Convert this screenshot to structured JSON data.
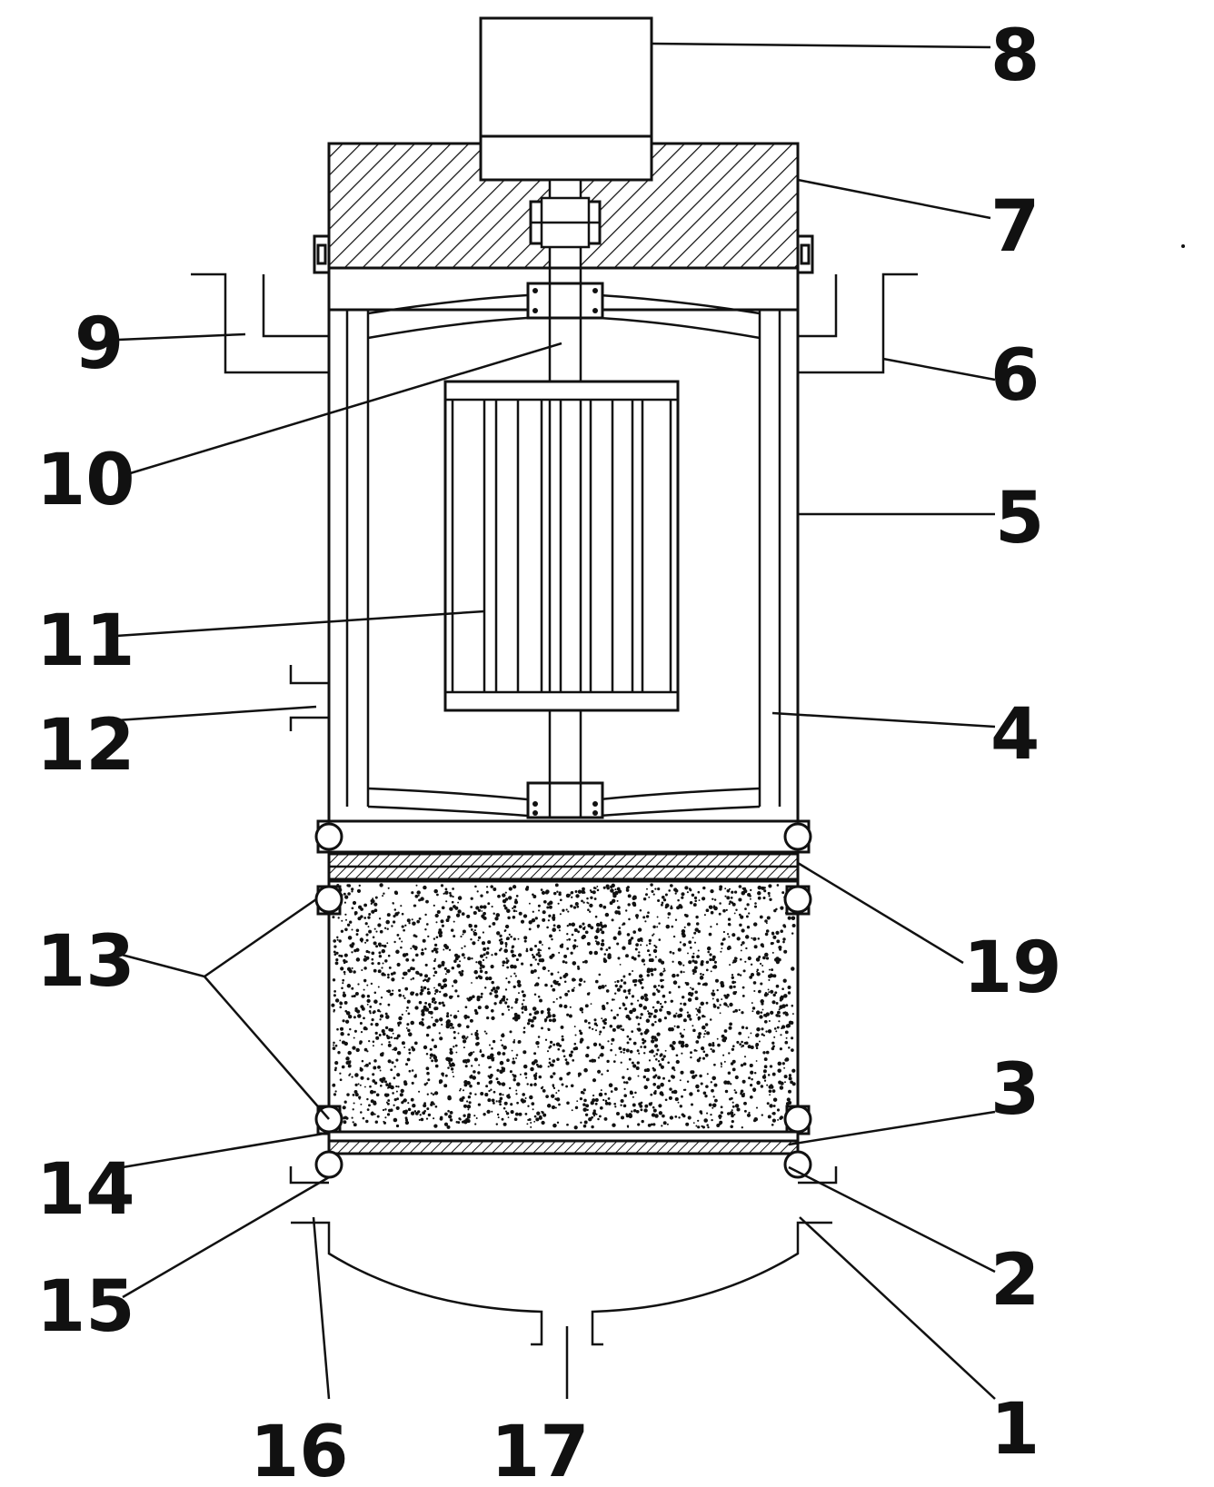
{
  "callouts": {
    "c1": "1",
    "c2": "2",
    "c3": "3",
    "c4": "4",
    "c5": "5",
    "c6": "6",
    "c7": "7",
    "c8": "8",
    "c9": "9",
    "c10": "10",
    "c11": "11",
    "c12": "12",
    "c13": "13",
    "c14": "14",
    "c15": "15",
    "c16": "16",
    "c17": "17",
    "c19": "19"
  },
  "colors": {
    "line": "#111111",
    "background": "#ffffff"
  }
}
